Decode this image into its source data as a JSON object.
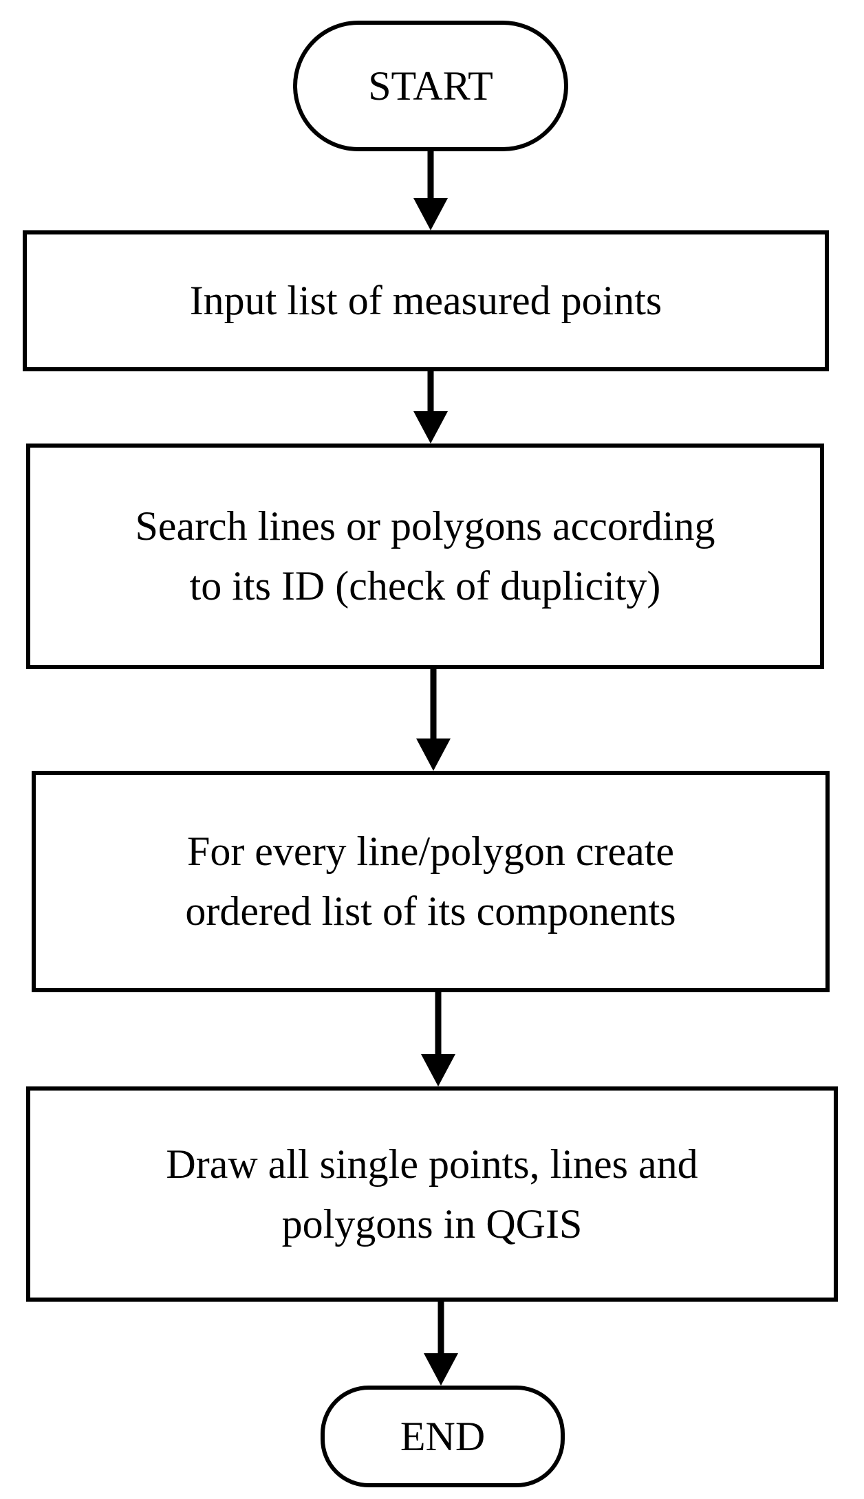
{
  "diagram": {
    "start": "START",
    "steps": [
      {
        "lines": [
          "Input list of measured points"
        ]
      },
      {
        "lines": [
          "Search lines or polygons according",
          "to its ID (check of duplicity)"
        ]
      },
      {
        "lines": [
          "For every line/polygon create",
          "ordered list of its components"
        ]
      },
      {
        "lines": [
          "Draw all single points, lines and",
          "polygons in QGIS"
        ]
      }
    ],
    "end": "END"
  },
  "style": {
    "stroke_color": "#000000",
    "background_color": "#ffffff"
  }
}
